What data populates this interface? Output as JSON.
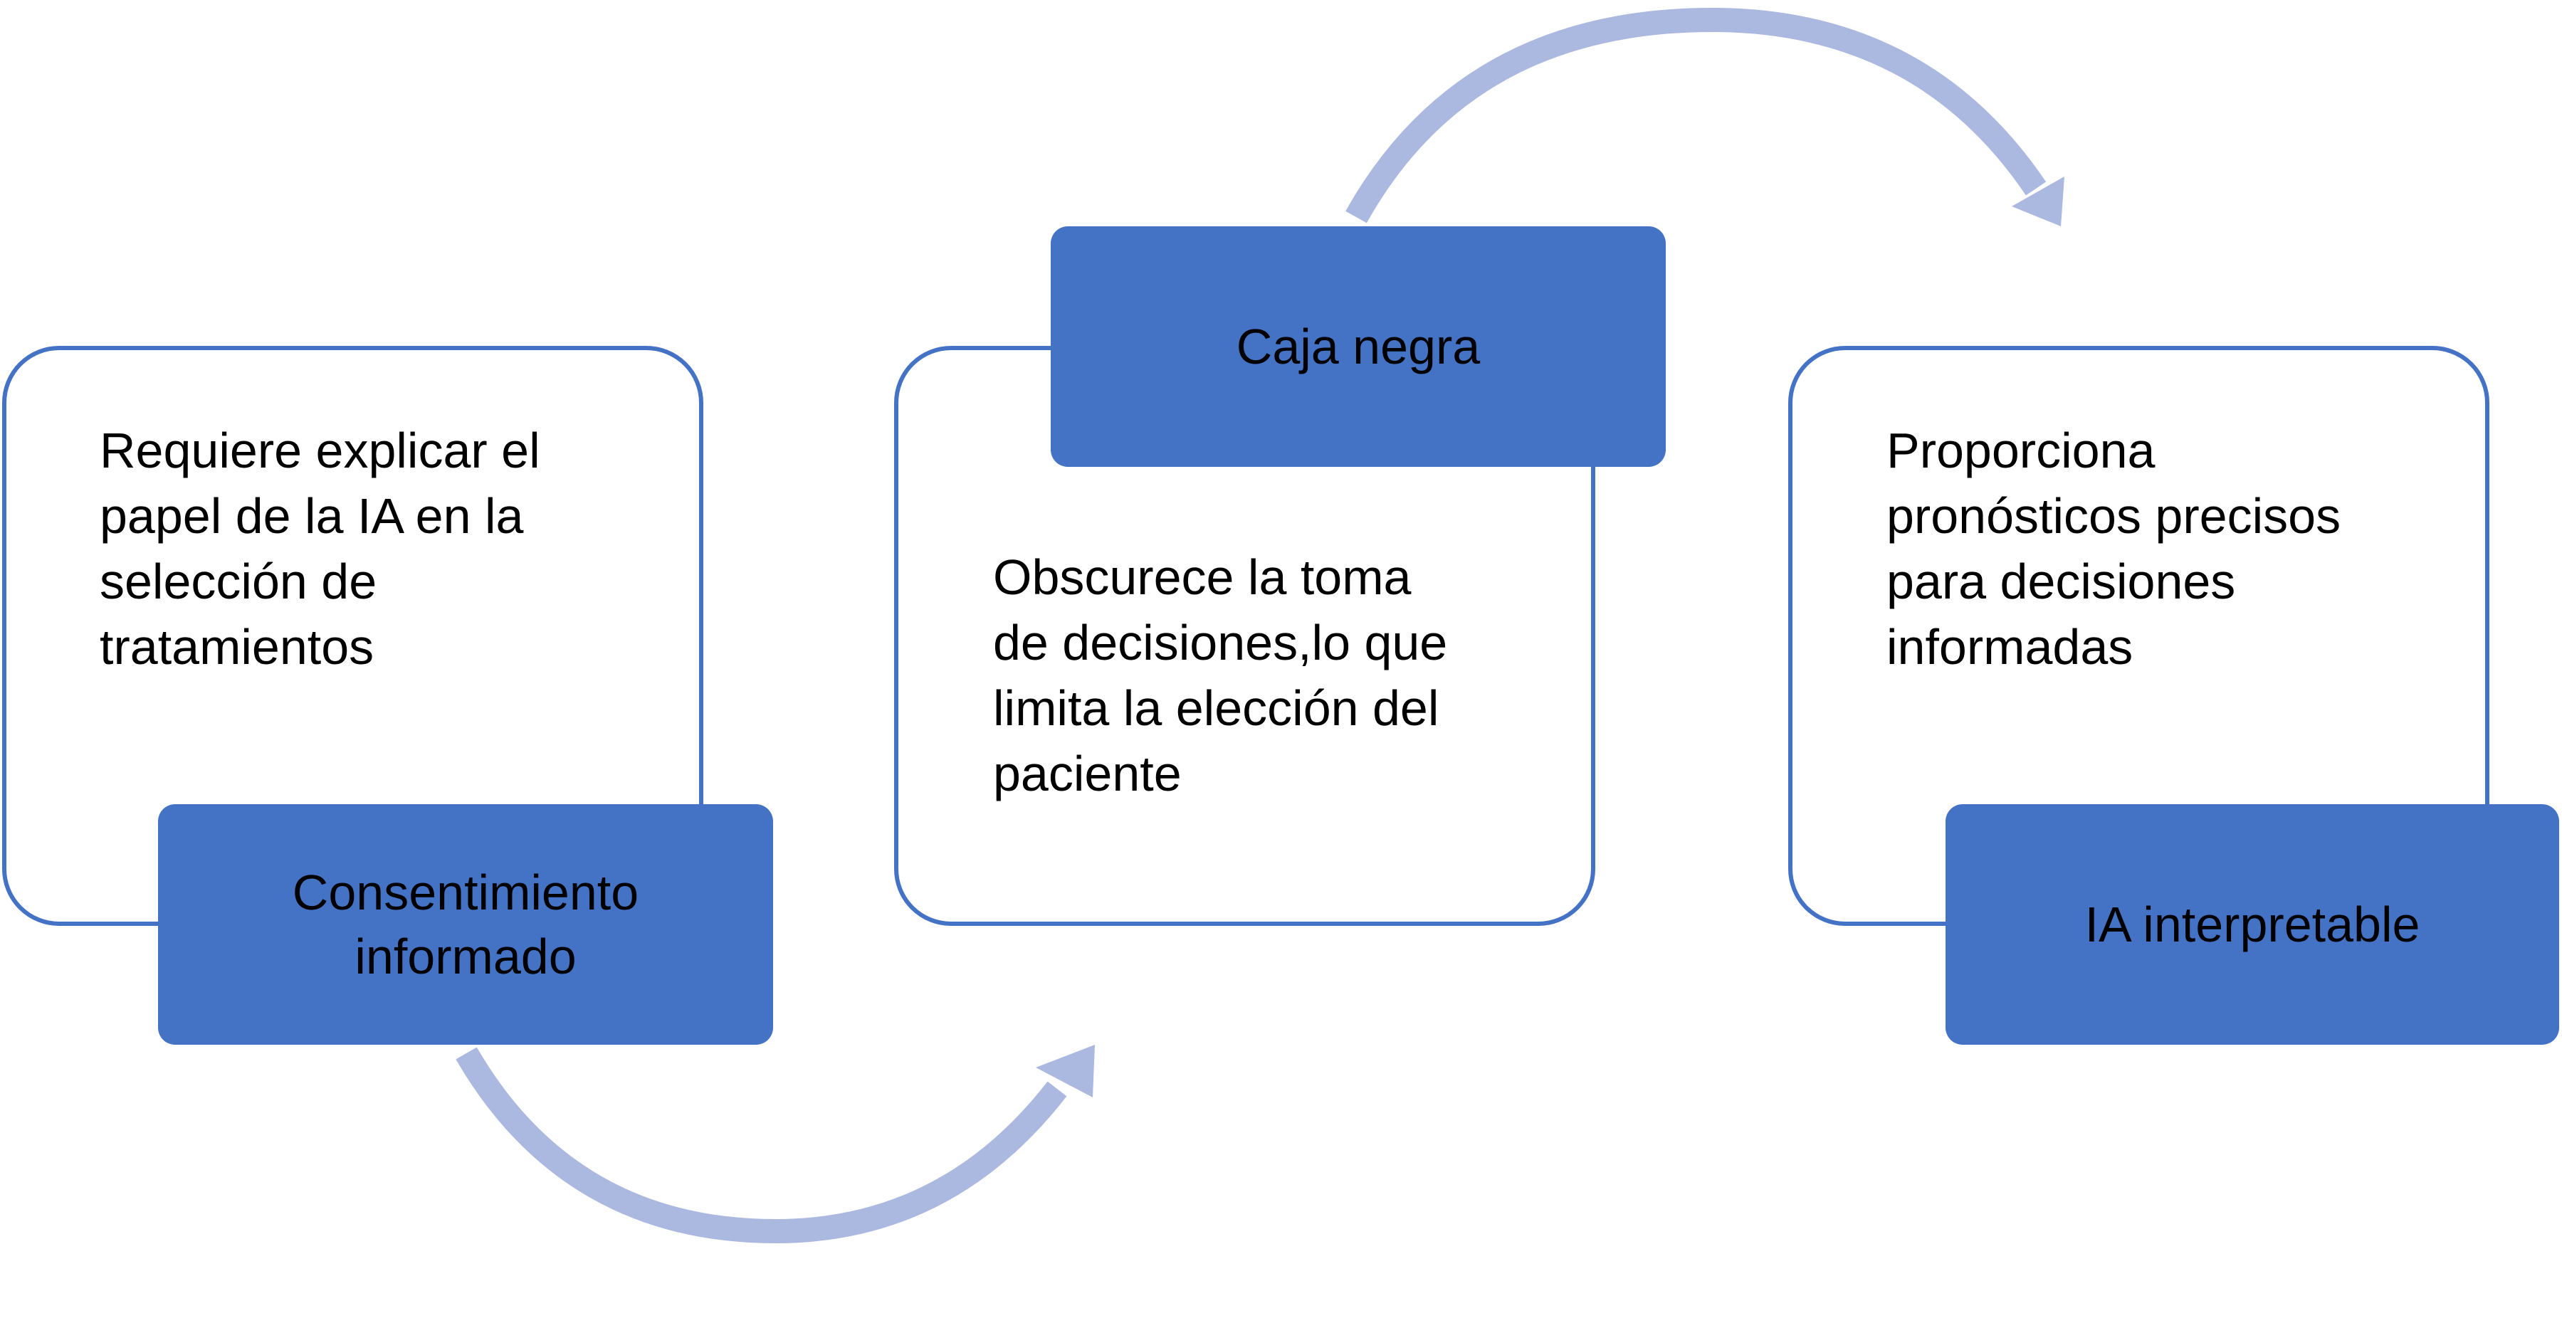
{
  "colors": {
    "box_border": "#4472c4",
    "label_fill": "#4472c4",
    "arrow": "#abb9e0",
    "text": "#000000"
  },
  "steps": [
    {
      "label": "Consentimiento\ninformado",
      "description": "  Requiere explicar el\npapel de la IA en la\nselección de\ntratamientos"
    },
    {
      "label": "Caja negra",
      "description": "  Obscurece la toma\nde decisiones,lo que\nlimita la elección del\npaciente"
    },
    {
      "label": "IA interpretable",
      "description": "  Proporciona\npronósticos precisos\npara decisiones\ninformadas"
    }
  ]
}
